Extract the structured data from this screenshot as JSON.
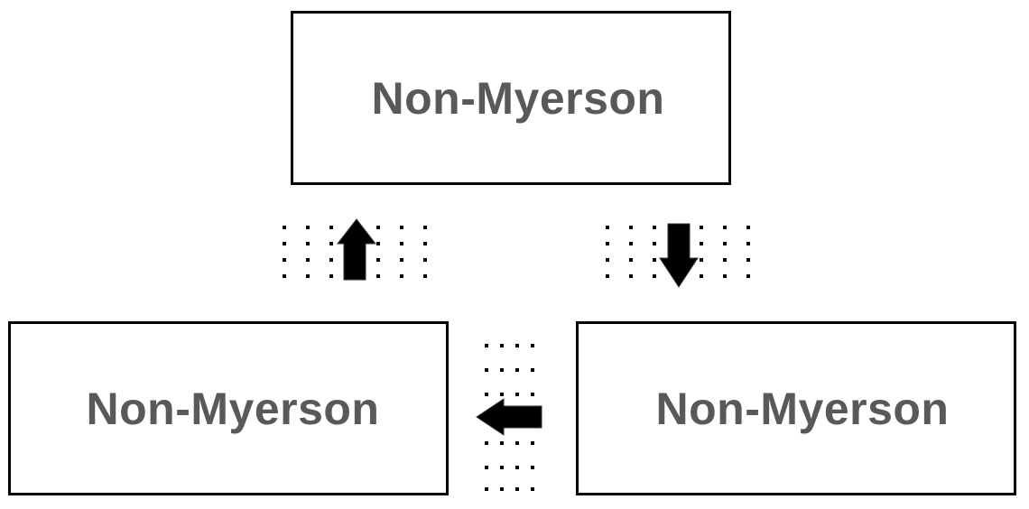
{
  "nodes": {
    "top": {
      "label": "Non-Myerson"
    },
    "bottom_left": {
      "label": "Non-Myerson"
    },
    "bottom_right": {
      "label": "Non-Myerson"
    }
  },
  "edges": [
    {
      "from": "bottom_left",
      "to": "top",
      "direction": "up",
      "style": "dotted-block-arrow"
    },
    {
      "from": "top",
      "to": "bottom_right",
      "direction": "down",
      "style": "dotted-block-arrow"
    },
    {
      "from": "bottom_right",
      "to": "bottom_left",
      "direction": "left",
      "style": "dotted-block-arrow"
    }
  ],
  "colors": {
    "node_border": "#000000",
    "label_text": "#595959",
    "arrow_fill": "#000000",
    "background": "#ffffff"
  }
}
